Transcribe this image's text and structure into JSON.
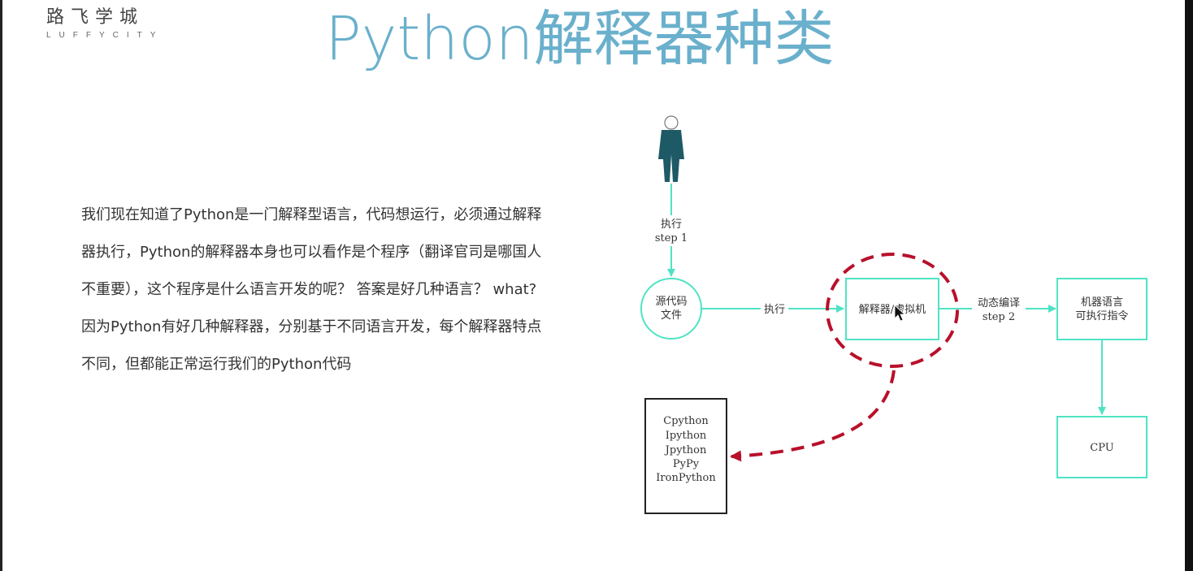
{
  "logo": {
    "cn": "路飞学城",
    "en": "LUFFYCITY"
  },
  "title": "Python解释器种类",
  "paragraph": "我们现在知道了Python是一门解释型语言，代码想运行，必须通过解释器执行，Python的解释器本身也可以看作是个程序（翻译官司是哪国人不重要），这个程序是什么语言开发的呢？ 答案是好几种语言？ what? 因为Python有好几种解释器，分别基于不同语言开发，每个解释器特点不同，但都能正常运行我们的Python代码",
  "diagram": {
    "step1_label": "执行",
    "step1_sub": "step 1",
    "source_line1": "源代码",
    "source_line2": "文件",
    "exec_label": "执行",
    "interpreter": "解释器/虚拟机",
    "compile_label": "动态编译",
    "step2_sub": "step 2",
    "machine_line1": "机器语言",
    "machine_line2": "可执行指令",
    "cpu": "CPU",
    "interpreters": [
      "Cpython",
      "Ipython",
      "Jpython",
      "PyPy",
      "IronPython"
    ],
    "colors": {
      "teal": "#4fe3c4",
      "red": "#b8102a",
      "person": "#1e5a66"
    }
  }
}
